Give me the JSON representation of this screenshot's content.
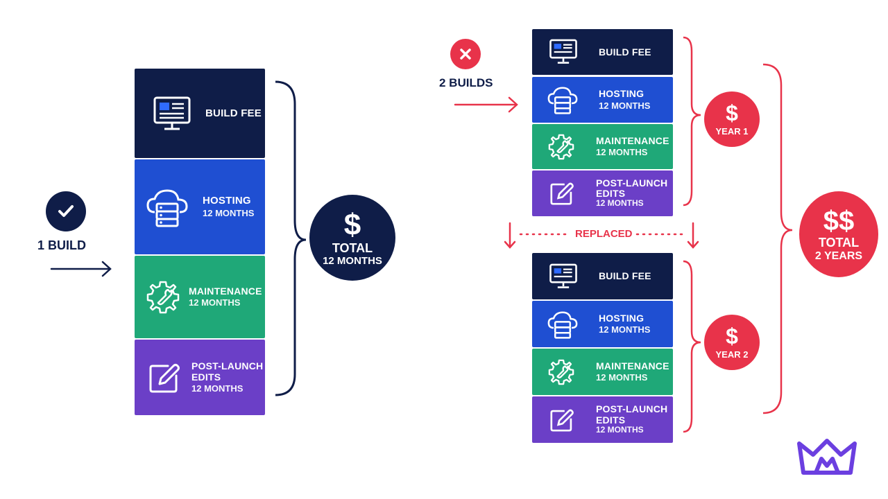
{
  "left": {
    "label": "1 BUILD",
    "blocks": [
      {
        "label": "BUILD FEE",
        "sub": ""
      },
      {
        "label": "HOSTING",
        "sub": "12 MONTHS"
      },
      {
        "label": "MAINTENANCE",
        "sub": "12 MONTHS"
      },
      {
        "label": "POST-LAUNCH EDITS",
        "sub": "12 MONTHS"
      }
    ],
    "total": {
      "symbol": "$",
      "label": "TOTAL",
      "sub": "12 MONTHS"
    }
  },
  "right": {
    "label": "2 BUILDS",
    "replaced": "REPLACED",
    "stack1": [
      {
        "label": "BUILD FEE",
        "sub": ""
      },
      {
        "label": "HOSTING",
        "sub": "12 MONTHS"
      },
      {
        "label": "MAINTENANCE",
        "sub": "12 MONTHS"
      },
      {
        "label": "POST-LAUNCH EDITS",
        "sub": "12 MONTHS"
      }
    ],
    "stack2": [
      {
        "label": "BUILD FEE",
        "sub": ""
      },
      {
        "label": "HOSTING",
        "sub": "12 MONTHS"
      },
      {
        "label": "MAINTENANCE",
        "sub": "12 MONTHS"
      },
      {
        "label": "POST-LAUNCH EDITS",
        "sub": "12 MONTHS"
      }
    ],
    "year1": {
      "symbol": "$",
      "label": "YEAR 1"
    },
    "year2": {
      "symbol": "$",
      "label": "YEAR 2"
    },
    "total": {
      "symbol": "$$",
      "label": "TOTAL",
      "sub": "2 YEARS"
    }
  },
  "colors": {
    "navy": "#0f1d48",
    "blue": "#1f4fd2",
    "green": "#1fa878",
    "purple": "#6b3fc7",
    "red": "#e8334a",
    "logo": "#6b3fe0"
  },
  "icons": {
    "build": "monitor-icon",
    "hosting": "cloud-server-icon",
    "maintenance": "gear-wrench-icon",
    "edits": "edit-icon",
    "check": "check-icon",
    "cross": "x-icon",
    "logo": "crown-logo-icon"
  }
}
